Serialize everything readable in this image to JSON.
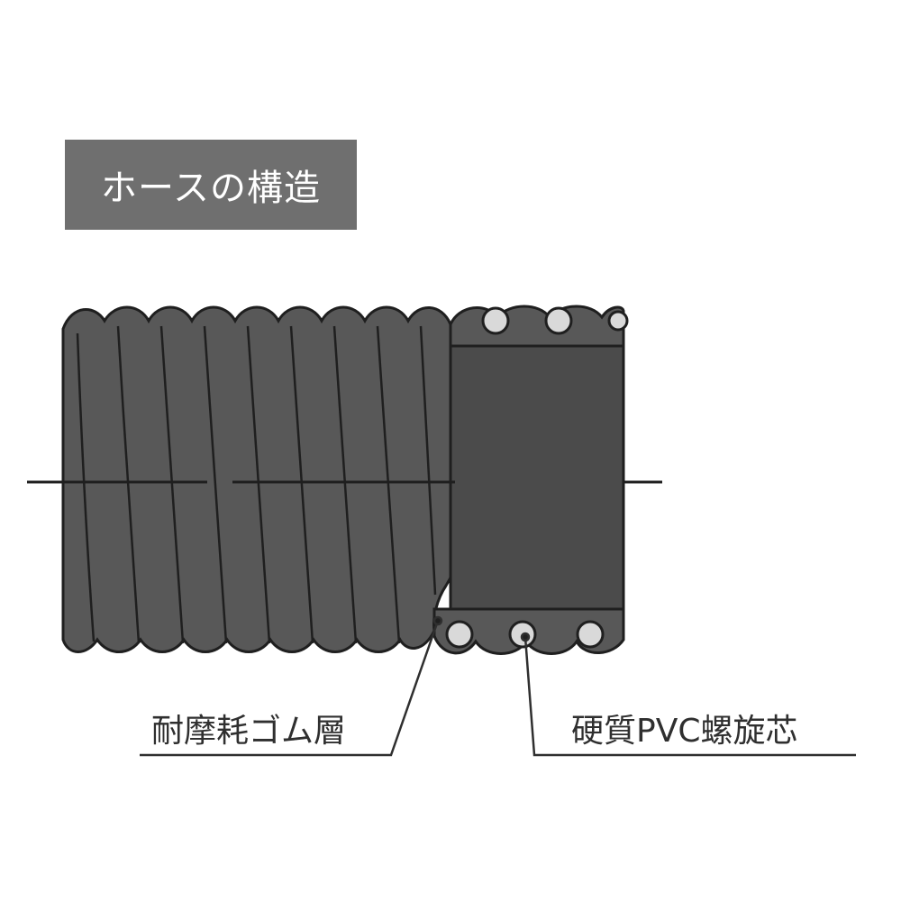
{
  "title": "ホースの構造",
  "labels": {
    "outer_layer": "耐摩耗ゴム層",
    "spiral_core": "硬質PVC螺旋芯"
  },
  "colors": {
    "title_bg": "#6f6f6f",
    "hose_body": "#585858",
    "hose_inner": "#4b4b4b",
    "outline": "#1f1f1f",
    "spiral_fill": "#d9d9d9",
    "text": "#2f2f2f"
  }
}
